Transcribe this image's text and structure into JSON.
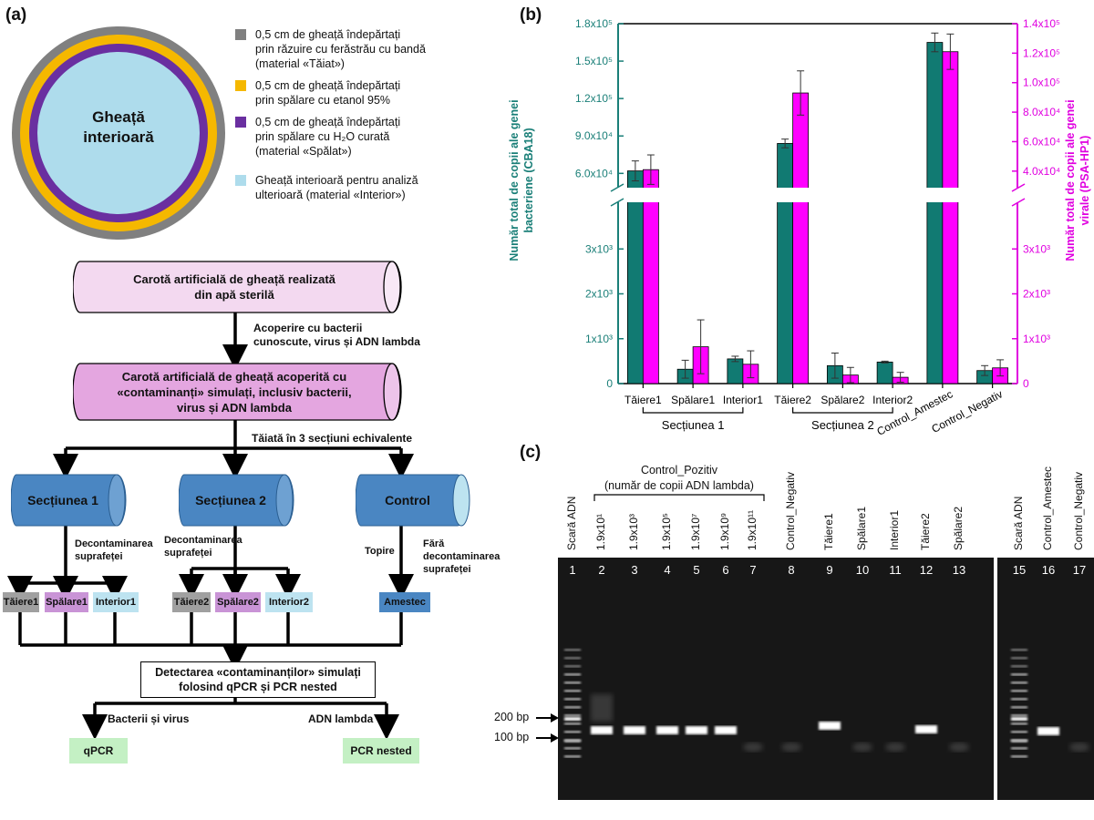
{
  "panel_a": {
    "label": "(a)",
    "center_text": "Gheață\ninterioară",
    "legend": [
      {
        "color": "#808080",
        "text": "0,5 cm de gheață îndepărtați\nprin răzuire cu ferăstrău cu bandă\n(material «Tăiat»)"
      },
      {
        "color": "#f5b800",
        "text": "0,5 cm de gheață îndepărtați\nprin spălare cu etanol 95%"
      },
      {
        "color": "#6a2fa0",
        "text": "0,5 cm de gheață îndepărtați\nprin spălare cu H₂O curată\n(material «Spălat»)"
      },
      {
        "color": "#aedcec",
        "text": "Gheață interioară pentru analiză\nulterioară (material «Interior»)"
      }
    ],
    "flow": {
      "box1": "Carotă artificială de gheață realizată\ndin apă sterilă",
      "step1": "Acoperire cu bacterii\ncunoscute, virus și ADN lambda",
      "box2": "Carotă artificială de gheață acoperită cu\n«contaminanți» simulați, inclusiv bacterii,\nvirus și ADN lambda",
      "step2": "Tăiată în 3 secțiuni echivalente",
      "sections": [
        "Secțiunea 1",
        "Secțiunea 2",
        "Control"
      ],
      "decon1": "Decontaminarea\nsuprafeței",
      "decon2": "Decontaminarea\nsuprafeței",
      "melt": "Topire",
      "no_decon": "Fără\ndecontaminarea\nsuprafeței",
      "subs1": [
        "Tăiere1",
        "Spălare1",
        "Interior1"
      ],
      "subs2": [
        "Tăiere2",
        "Spălare2",
        "Interior2"
      ],
      "mix": "Amestec",
      "detect": "Detectarea «contaminanților» simulați\nfolosind qPCR și PCR nested",
      "branch_left": "Bacterii și virus",
      "branch_right": "ADN lambda",
      "result_left": "qPCR",
      "result_right": "PCR nested"
    },
    "colors": {
      "pink_light": "#f3d9f0",
      "pink_mid": "#e4a6e0",
      "blue": "#4a86c2",
      "grey": "#a0a0a0",
      "purple_light": "#c994d6",
      "light_blue": "#bde3f0"
    }
  },
  "panel_b": {
    "label": "(b)",
    "ylabel_left": "Număr total de copii ale genei\nbacteriene (CBA18)",
    "ylabel_right": "Număr total de copii ale genei\nvirale (PSA-HP1)",
    "left_ticks_top": [
      "1.8x10⁵",
      "1.5x10⁵",
      "1.2x10⁵",
      "9.0x10⁴",
      "6.0x10⁴"
    ],
    "left_ticks_bottom": [
      "3x10³",
      "2x10³",
      "1x10³",
      "0"
    ],
    "right_ticks_top": [
      "1.4x10⁵",
      "1.2x10⁵",
      "1.0x10⁵",
      "8.0x10⁴",
      "6.0x10⁴",
      "4.0x10⁴"
    ],
    "right_ticks_bottom": [
      "3x10³",
      "2x10³",
      "1x10³",
      "0"
    ],
    "group_labels": [
      "Secțiunea 1",
      "Secțiunea 2"
    ],
    "colors": {
      "bacteria": "#117a72",
      "virus": "#ff00ff",
      "left_axis": "#1a7f78",
      "right_axis": "#e000e0"
    }
  },
  "chart_data": {
    "type": "bar",
    "categories": [
      "Tăiere1",
      "Spălare1",
      "Interior1",
      "Tăiere2",
      "Spălare2",
      "Interior2",
      "Control_Amestec",
      "Control_Negativ"
    ],
    "series": [
      {
        "values": [
          62000,
          320,
          550,
          84000,
          400,
          480,
          165000,
          290
        ],
        "errors": [
          8000,
          200,
          60,
          3500,
          280,
          20,
          7500,
          110
        ]
      },
      {
        "values": [
          41000,
          820,
          430,
          93000,
          190,
          140,
          121000,
          350
        ],
        "errors": [
          10000,
          600,
          300,
          15000,
          170,
          110,
          12000,
          180
        ]
      }
    ],
    "y_axis_scale": "broken",
    "y_break_lower": [
      0,
      4000
    ],
    "y_left_upper": [
      50000,
      180000
    ],
    "y_right_upper": [
      30000,
      140000
    ]
  },
  "panel_c": {
    "label": "(c)",
    "top_labels": [
      {
        "text": "Scară ADN"
      },
      {
        "text": "1.9x10¹"
      },
      {
        "text": "1.9x10³"
      },
      {
        "text": "1.9x10⁵"
      },
      {
        "text": "1.9x10⁷"
      },
      {
        "text": "1.9x10⁹"
      },
      {
        "text": "1.9x10¹¹"
      },
      {
        "text": "Control_Negativ"
      },
      {
        "text": "Tăiere1"
      },
      {
        "text": "Spălare1"
      },
      {
        "text": "Interior1"
      },
      {
        "text": "Tăiere2"
      },
      {
        "text": "Spălare2"
      },
      {
        "text": "Scară ADN"
      },
      {
        "text": "Control_Amestec"
      },
      {
        "text": "Control_Negativ"
      }
    ],
    "group_title": "Control_Pozitiv\n(număr de copii ADN lambda)",
    "lane_numbers": [
      "1",
      "2",
      "3",
      "4",
      "5",
      "6",
      "7",
      "8",
      "9",
      "10",
      "11",
      "12",
      "13",
      "15",
      "16",
      "17"
    ],
    "marker_200": "200 bp",
    "marker_100": "100 bp",
    "band_lanes": [
      2,
      3,
      4,
      5,
      6,
      9,
      12,
      16
    ]
  }
}
